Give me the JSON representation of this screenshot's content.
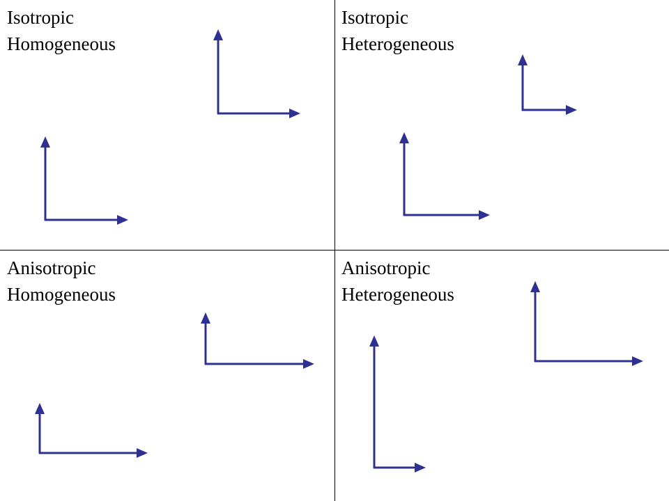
{
  "colors": {
    "arrow": "#2e3192",
    "divider": "#000000",
    "background": "#ffffff",
    "text": "#000000"
  },
  "quadrants": {
    "top_left": {
      "line1": "Isotropic",
      "line2": "Homogeneous"
    },
    "top_right": {
      "line1": "Isotropic",
      "line2": "Heterogeneous"
    },
    "bottom_left": {
      "line1": "Anisotropic",
      "line2": "Homogeneous"
    },
    "bottom_right": {
      "line1": "Anisotropic",
      "line2": "Heterogeneous"
    }
  }
}
